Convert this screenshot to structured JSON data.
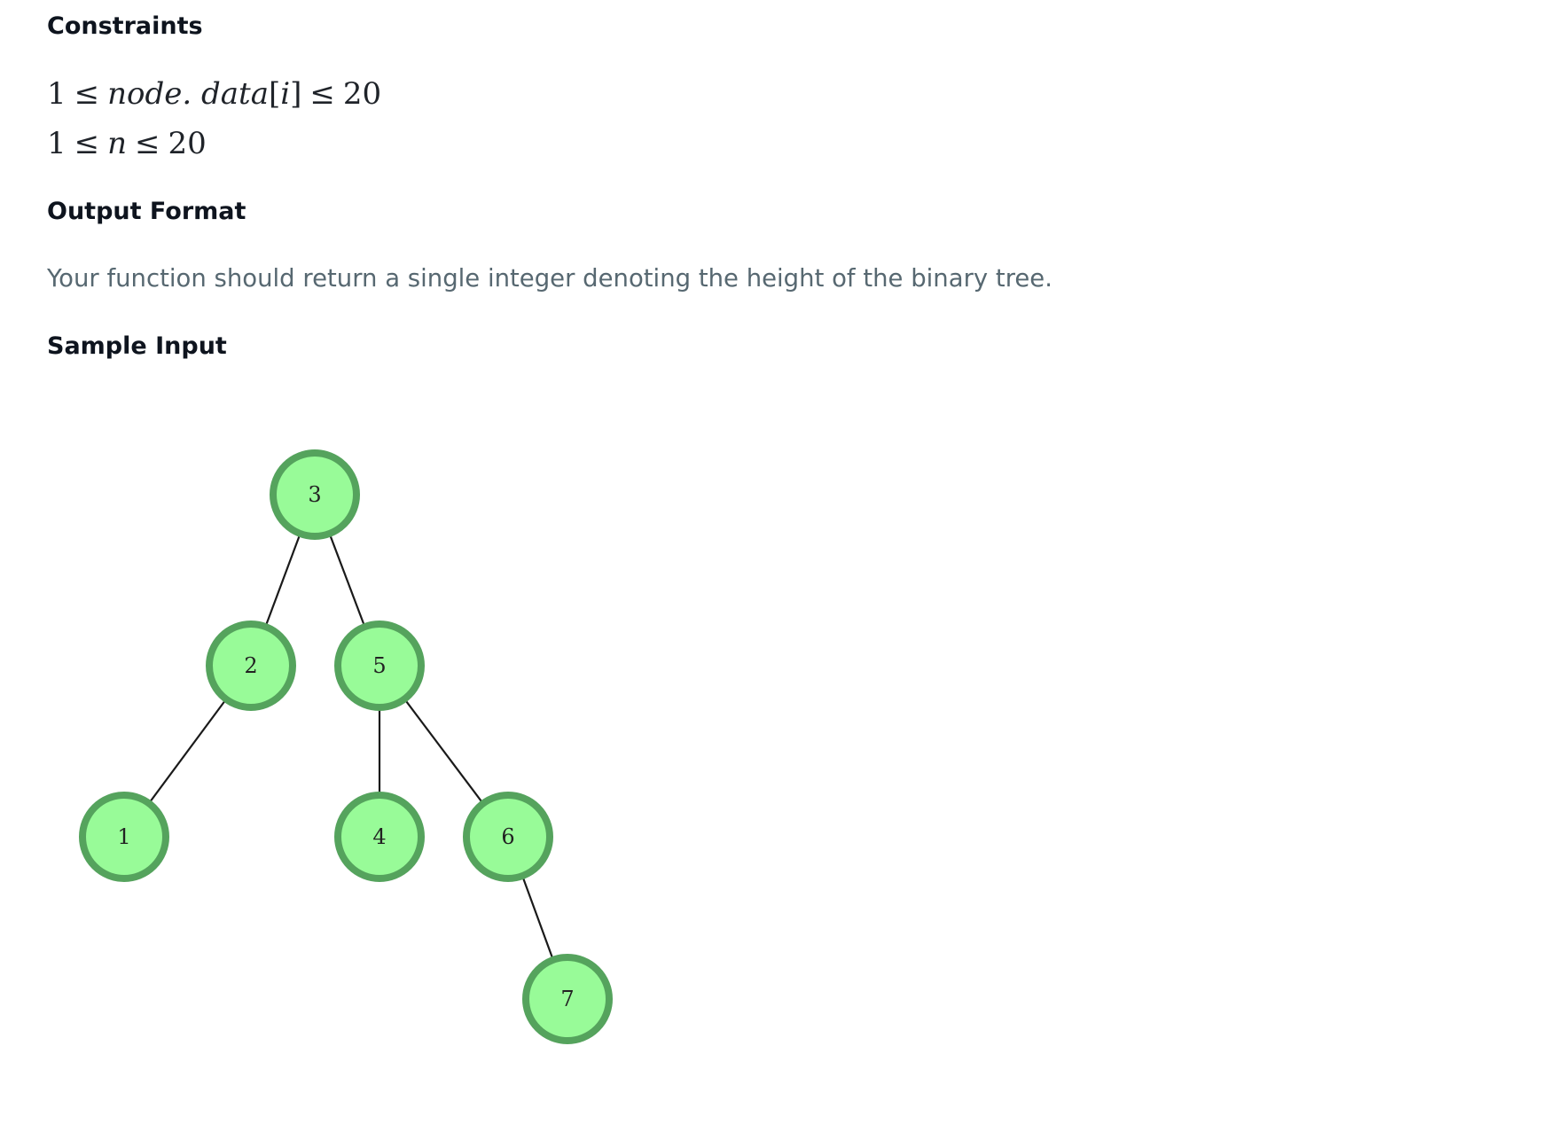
{
  "constraints": {
    "heading": "Constraints",
    "line1": {
      "lhs": "1",
      "op1": "≤",
      "expr": "node. data",
      "lb": "[",
      "idx": "i",
      "rb": "]",
      "op2": "≤",
      "rhs": "20"
    },
    "line2": {
      "lhs": "1",
      "op1": "≤",
      "var": "n",
      "op2": "≤",
      "rhs": "20"
    }
  },
  "output_format": {
    "heading": "Output Format",
    "text": "Your function should return a single integer denoting the height of the binary tree."
  },
  "sample_input": {
    "heading": "Sample Input"
  },
  "tree": {
    "fill_color": "#98fb98",
    "stroke_color": "#55a35d",
    "nodes": [
      {
        "id": "n3",
        "label": "3"
      },
      {
        "id": "n2",
        "label": "2"
      },
      {
        "id": "n5",
        "label": "5"
      },
      {
        "id": "n1",
        "label": "1"
      },
      {
        "id": "n4",
        "label": "4"
      },
      {
        "id": "n6",
        "label": "6"
      },
      {
        "id": "n7",
        "label": "7"
      }
    ],
    "edges": [
      {
        "from": "n3",
        "to": "n2"
      },
      {
        "from": "n3",
        "to": "n5"
      },
      {
        "from": "n2",
        "to": "n1"
      },
      {
        "from": "n5",
        "to": "n4"
      },
      {
        "from": "n5",
        "to": "n6"
      },
      {
        "from": "n6",
        "to": "n7"
      }
    ]
  }
}
